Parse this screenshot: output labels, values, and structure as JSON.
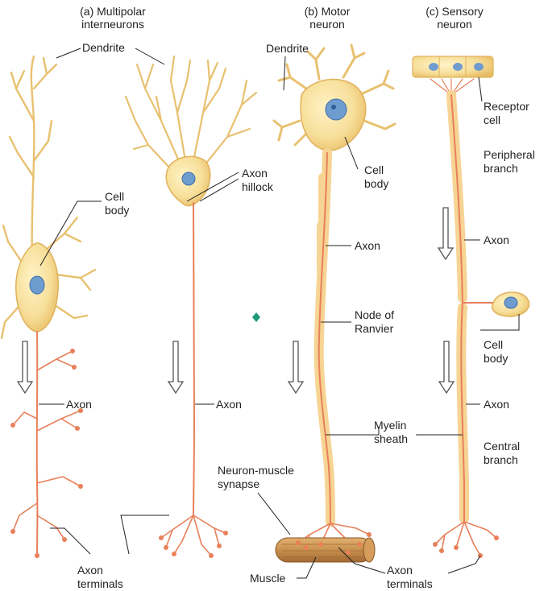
{
  "headers": {
    "a": "(a) Multipolar\ninterneurons",
    "b": "(b) Motor\nneuron",
    "c": "(c) Sensory\nneuron"
  },
  "labels": {
    "dendrite_top": "Dendrite",
    "dendrite_motor": "Dendrite",
    "cell_body_a": "Cell\nbody",
    "axon_hillock": "Axon\nhillock",
    "cell_body_motor": "Cell\nbody",
    "receptor_cell": "Receptor\ncell",
    "peripheral_branch": "Peripheral\nbranch",
    "axon_motor": "Axon",
    "axon_sensory_upper": "Axon",
    "node_of_ranvier": "Node of\nRanvier",
    "cell_body_sensory": "Cell\nbody",
    "axon_a1": "Axon",
    "axon_a2": "Axon",
    "axon_sensory_lower": "Axon",
    "myelin_sheath": "Myelin\nsheath",
    "central_branch": "Central\nbranch",
    "neuron_muscle_synapse": "Neuron-muscle\nsynapse",
    "axon_terminals_a": "Axon\nterminals",
    "muscle": "Muscle",
    "axon_terminals_motor": "Axon\nterminals"
  },
  "colors": {
    "cell_fill": "#f7df9a",
    "cell_edge": "#e0b25a",
    "myelin": "#f6d493",
    "myelin_edge": "#d9a35a",
    "axon": "#e8805a",
    "nucleus": "#6f9ccf",
    "muscle": "#c8914e",
    "arrow": "#555555",
    "marker": "#1f9a7a"
  }
}
